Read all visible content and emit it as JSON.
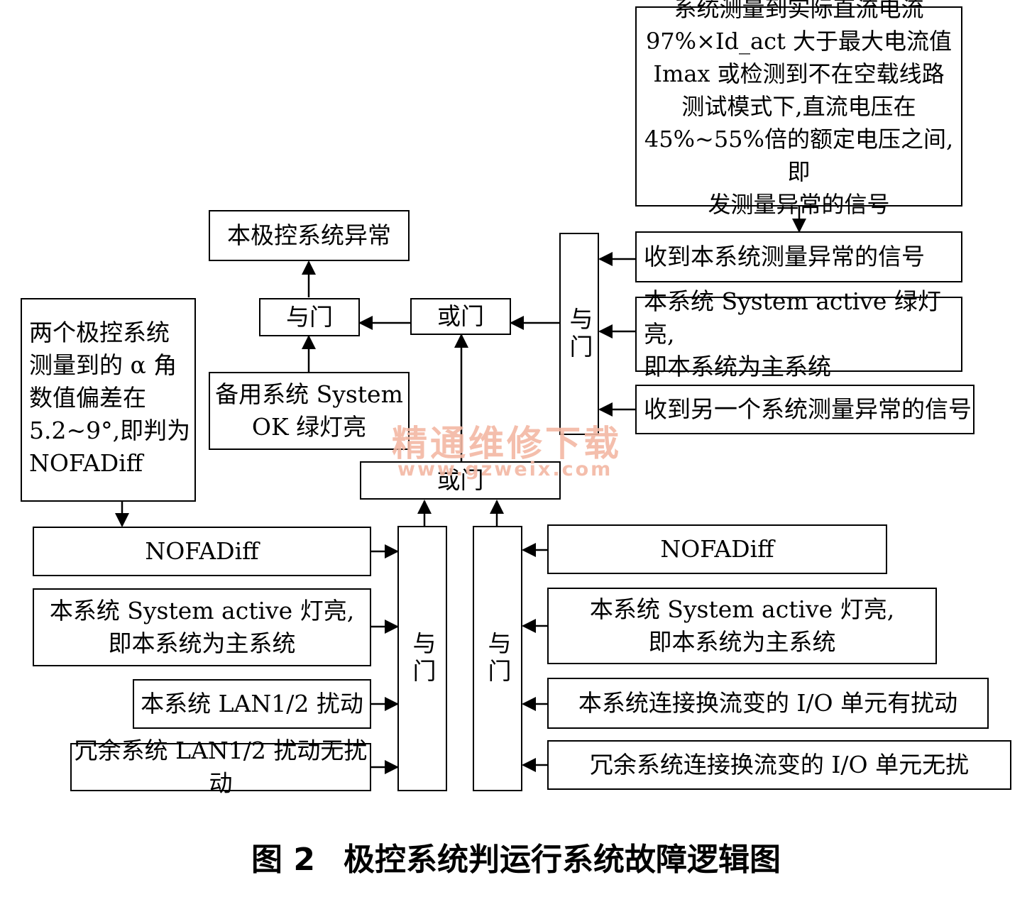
{
  "figure": {
    "number": "图 2",
    "title": "极控系统判运行系统故障逻辑图"
  },
  "watermark": {
    "name": "精通维修下载",
    "url": "www.gzweix.com"
  },
  "boxes": {
    "measure_condition": [
      "系统测量到实际直流电流",
      "97%×Id_act 大于最大电流值",
      "Imax 或检测到不在空载线路",
      "测试模式下,直流电压在",
      "45%~55%倍的额定电压之间,即",
      "发测量异常的信号"
    ],
    "pole_abnormal": "本极控系统异常",
    "recv_own_abnormal": "收到本系统测量异常的信号",
    "own_active_main_top": [
      "本系统 System active 绿灯亮,",
      "即本系统为主系统"
    ],
    "recv_other_abnormal": "收到另一个系统测量异常的信号",
    "standby_ok": [
      "备用系统 System",
      "OK 绿灯亮"
    ],
    "alpha_deviation": [
      "两个极控系统",
      "测量到的 α 角",
      "数值偏差在",
      "5.2~9°,即判为",
      "NOFADiff"
    ],
    "nofadiff_left": "NOFADiff",
    "own_active_left": [
      "本系统 System active 灯亮,",
      "即本系统为主系统"
    ],
    "own_lan": "本系统 LAN1/2 扰动",
    "redundant_lan": "冗余系统 LAN1/2 扰动无扰动",
    "nofadiff_right": "NOFADiff",
    "own_active_right": [
      "本系统 System active 灯亮,",
      "即本系统为主系统"
    ],
    "own_io": "本系统连接换流变的 I/O 单元有扰动",
    "redundant_io": "冗余系统连接换流变的 I/O 单元无扰"
  },
  "gates": {
    "and_top": "与门",
    "or_top": "或门",
    "and_right_top": "与门",
    "or_mid": "或门",
    "and_bottom_left": "与门",
    "and_bottom_right": "与门"
  }
}
